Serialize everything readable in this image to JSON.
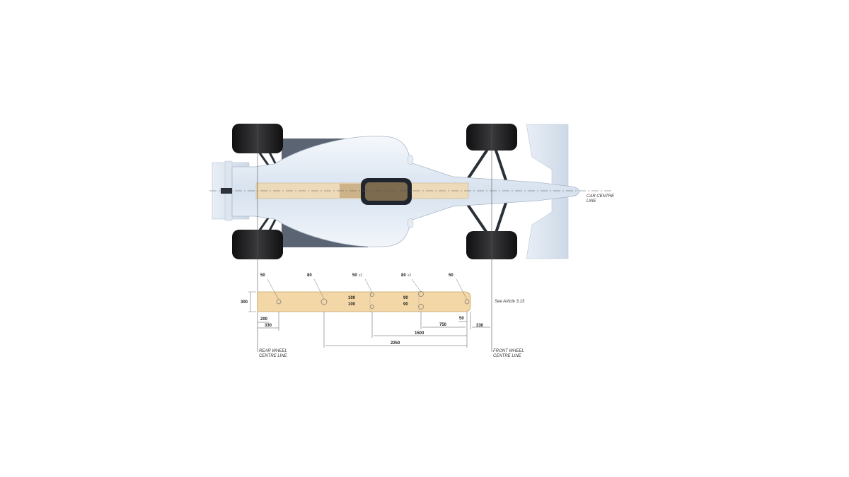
{
  "labels": {
    "car_centre_line_1": "CAR CENTRE",
    "car_centre_line_2": "LINE",
    "rear_wheel_1": "REAR WHEEL",
    "rear_wheel_2": "CENTRE LINE",
    "front_wheel_1": "FRONT WHEEL",
    "front_wheel_2": "CENTRE LINE",
    "see_article": "See Article 3.13"
  },
  "holes": [
    {
      "value": "50",
      "suffix": ""
    },
    {
      "value": "80",
      "suffix": ""
    },
    {
      "value": "50",
      "suffix": "x2"
    },
    {
      "value": "80",
      "suffix": "x2"
    },
    {
      "value": "50",
      "suffix": ""
    }
  ],
  "dimensions": {
    "width": "300",
    "offsets_left": [
      "100",
      "100"
    ],
    "offsets_right": [
      "90",
      "90"
    ],
    "d200": "200",
    "d330_left": "330",
    "d50": "50",
    "d330_right": "330",
    "d750": "750",
    "d1500": "1500",
    "d2250": "2250"
  },
  "colors": {
    "plank": "#f3d7a6",
    "plank_stroke": "#c9a56a",
    "body": "#dfe8f3",
    "body_dark": "#5b6472",
    "tyre": "#1c1c1e",
    "line": "#444444"
  }
}
